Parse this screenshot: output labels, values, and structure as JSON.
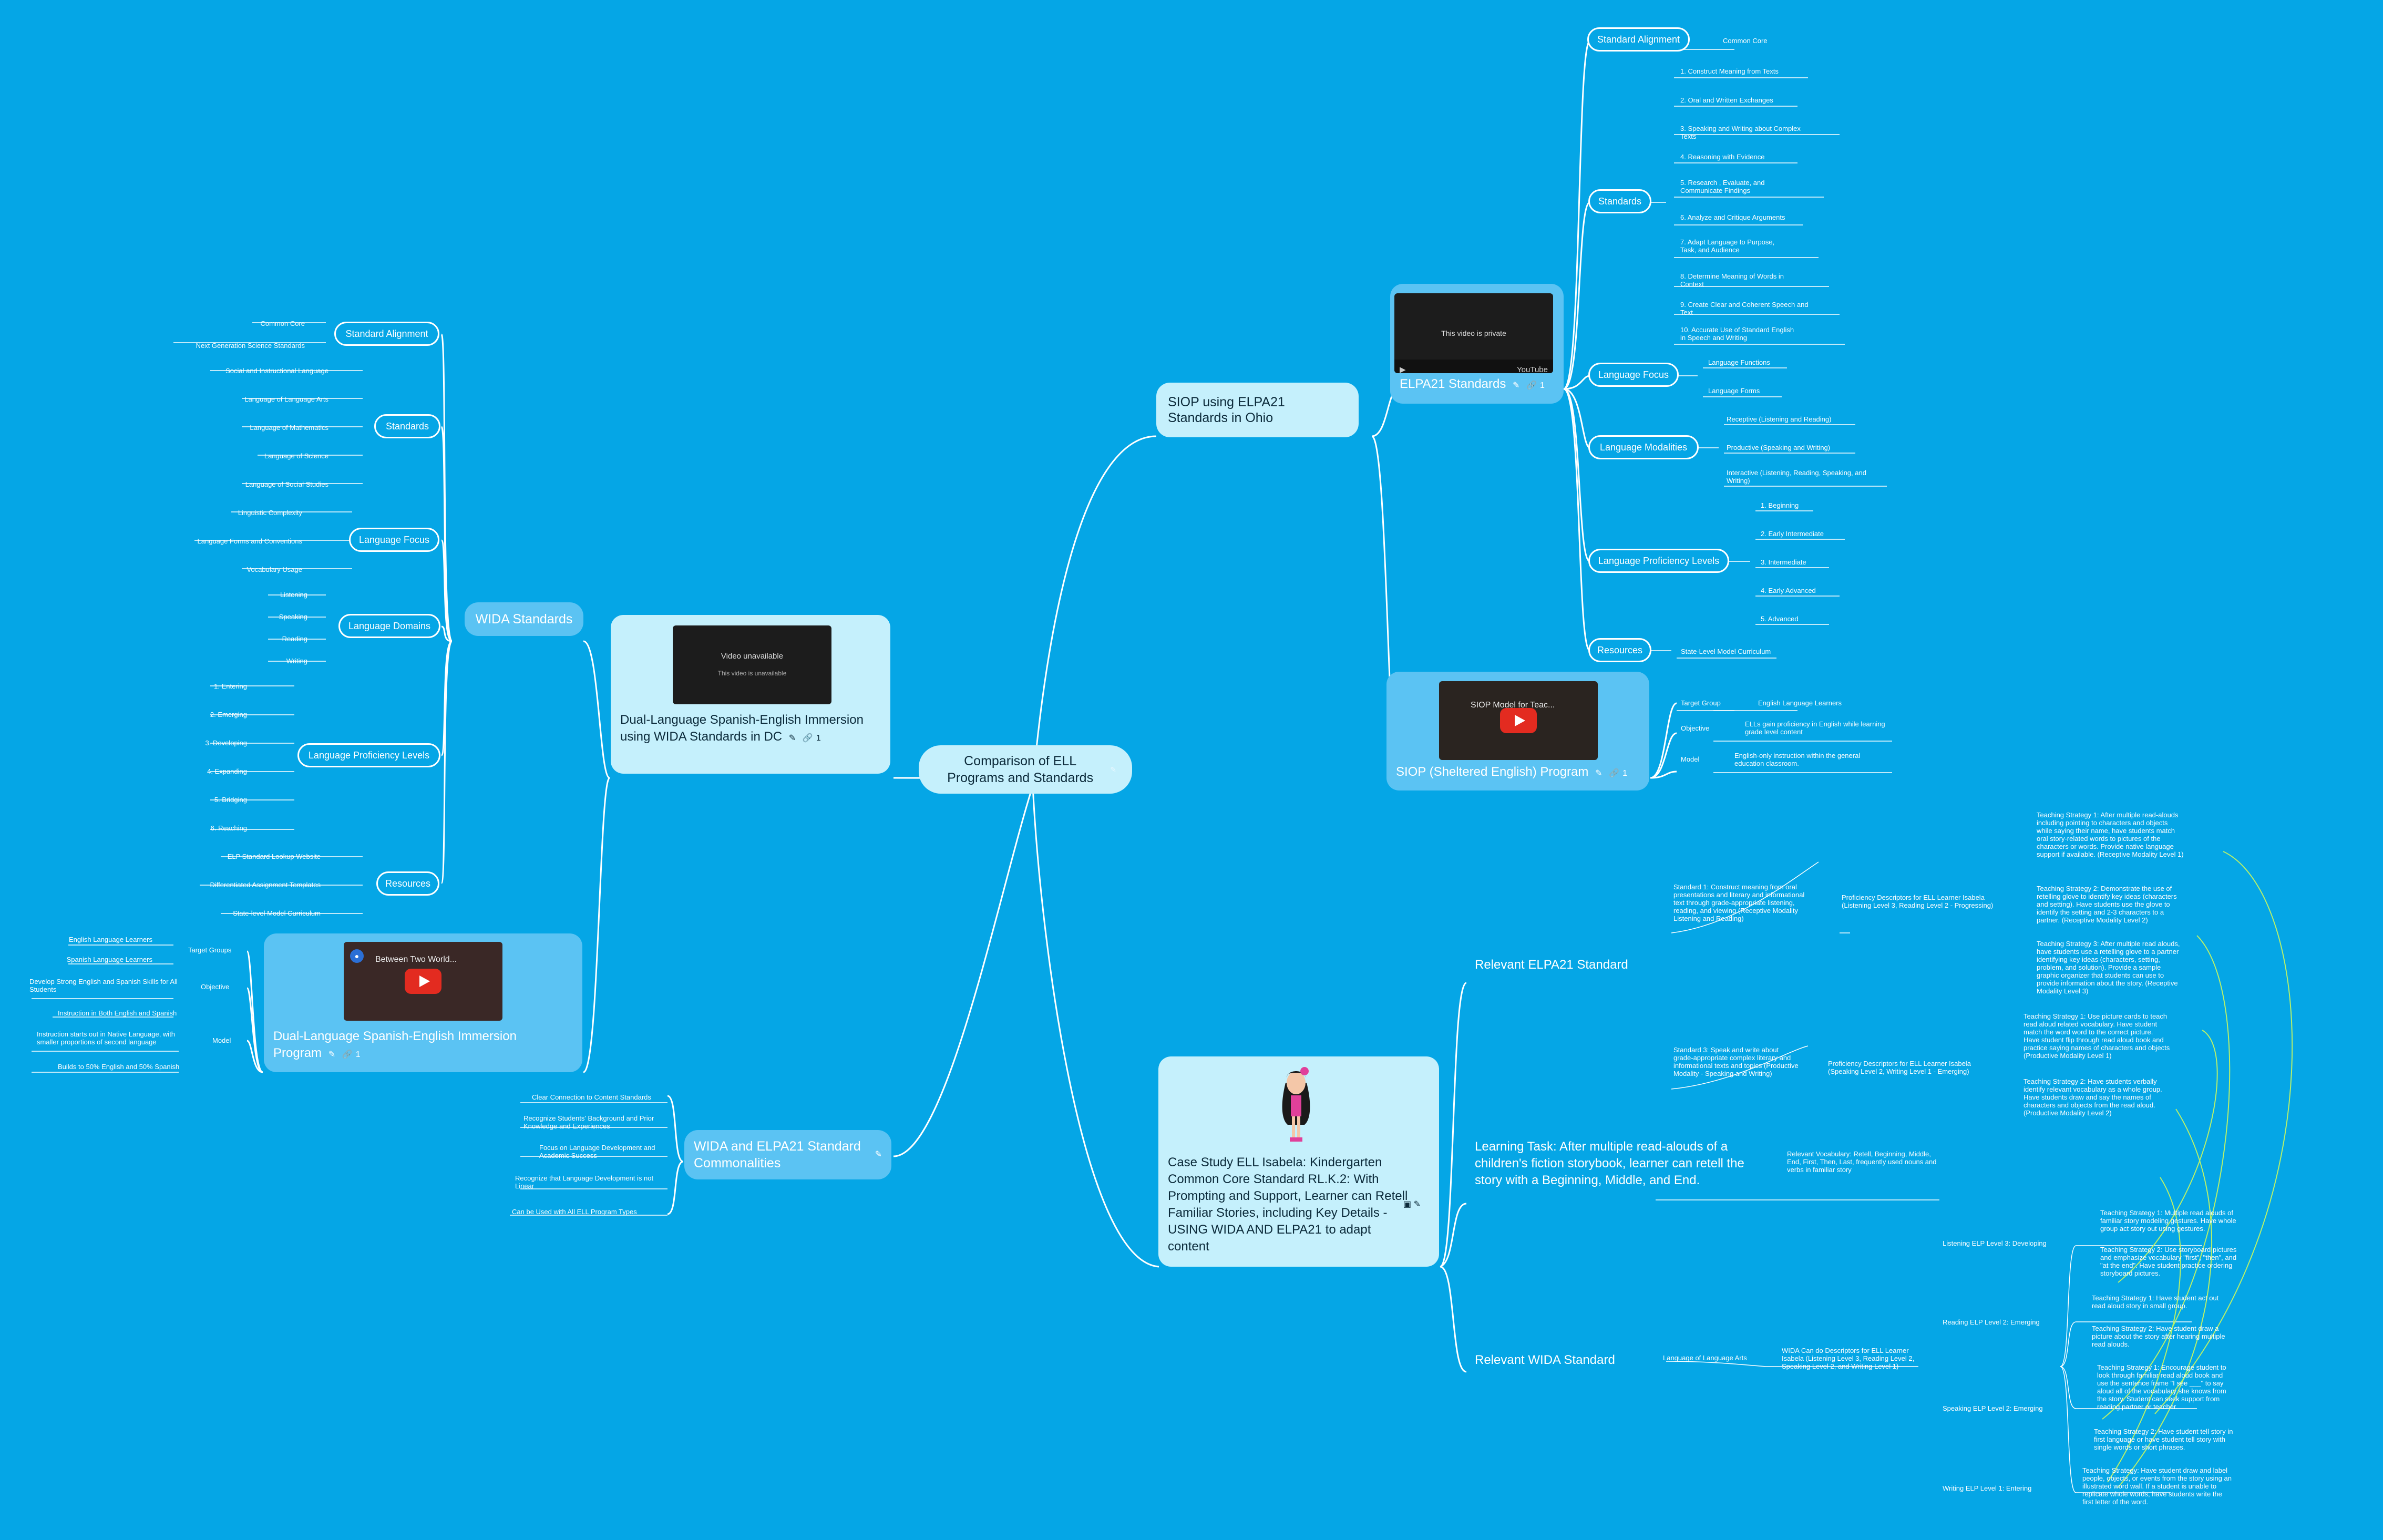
{
  "root": {
    "title": "Comparison of ELL Programs and Standards"
  },
  "siop_ohio": {
    "title": "SIOP using ELPA21 Standards in Ohio"
  },
  "elpa21": {
    "title": "ELPA21 Standards",
    "link_count": "1",
    "video_message": "This video is private",
    "video_brand": "YouTube",
    "standard_alignment": {
      "label": "Standard Alignment",
      "items": [
        "Common Core"
      ]
    },
    "standards": {
      "label": "Standards",
      "items": [
        "1. Construct Meaning from Texts",
        "2. Oral and Written Exchanges",
        "3. Speaking and Writing about Complex Texts",
        "4. Reasoning with Evidence",
        "5. Research , Evaluate, and Communicate Findings",
        "6. Analyze and Critique Arguments",
        "7. Adapt Language to Purpose, Task, and Audience",
        "8. Determine Meaning of Words in Context",
        "9. Create Clear and Coherent Speech and Text",
        "10. Accurate Use of Standard English in Speech and Writing"
      ]
    },
    "language_focus": {
      "label": "Language Focus",
      "items": [
        "Language Functions",
        "Language Forms"
      ]
    },
    "language_modalities": {
      "label": "Language Modalities",
      "items": [
        "Receptive (Listening and Reading)",
        "Productive (Speaking and Writing)",
        "Interactive (Listening, Reading, Speaking, and Writing)"
      ]
    },
    "proficiency_levels": {
      "label": "Language Proficiency Levels",
      "items": [
        "1. Beginning",
        "2. Early Intermediate",
        "3. Intermediate",
        "4. Early Advanced",
        "5. Advanced"
      ]
    },
    "resources": {
      "label": "Resources",
      "items": [
        "State-Level Model Curriculum"
      ]
    }
  },
  "siop_program": {
    "title": "SIOP (Sheltered English) Program",
    "link_count": "1",
    "video_title": "SIOP Model for Teac...",
    "rows": [
      {
        "label": "Target Group",
        "value": "English Language Learners"
      },
      {
        "label": "Objective",
        "value": "ELLs gain proficiency in English while learning grade level content"
      },
      {
        "label": "Model",
        "value": "English-only instruction within the general education classroom."
      }
    ]
  },
  "dc_program": {
    "title": "Dual-Language Spanish-English Immersion using WIDA Standards in DC",
    "link_count": "1",
    "video_message": "Video unavailable",
    "video_sub": "This video is unavailable"
  },
  "wida": {
    "title": "WIDA Standards",
    "standard_alignment": {
      "label": "Standard Alignment",
      "items": [
        "Common Core",
        "Next Generation Science Standards"
      ]
    },
    "standards": {
      "label": "Standards",
      "items": [
        "Social and Instructional Language",
        "Language of Language Arts",
        "Language of Mathematics",
        "Language of Science",
        "Language of Social Studies"
      ]
    },
    "language_focus": {
      "label": "Language Focus",
      "items": [
        "Linguistic Complexity",
        "Language Forms and Conventions",
        "Vocabulary Usage"
      ]
    },
    "language_domains": {
      "label": "Language Domains",
      "items": [
        "Listening",
        "Speaking",
        "Reading",
        "Writing"
      ]
    },
    "proficiency_levels": {
      "label": "Language Proficiency Levels",
      "items": [
        "1. Entering",
        "2. Emerging",
        "3. Developing",
        "4. Expanding",
        "5. Bridging",
        "6. Reaching"
      ]
    },
    "resources": {
      "label": "Resources",
      "items": [
        "ELP Standard Lookup Website",
        "Differentiated Assignment Templates",
        "State-level Model Curriculum"
      ]
    }
  },
  "dual_program": {
    "title": "Dual-Language Spanish-English Immersion Program",
    "link_count": "1",
    "video_title": "Between Two World...",
    "target_groups": {
      "label": "Target Groups",
      "items": [
        "English Language Learners",
        "Spanish Language Learners"
      ]
    },
    "objective": {
      "label": "Objective",
      "items": [
        "Develop Strong English and Spanish Skills for All Students"
      ]
    },
    "model": {
      "label": "Model",
      "items": [
        "Instruction in Both English and Spanish",
        "Instruction starts out in Native Language, with smaller proportions of second language",
        "Builds to 50% English and 50% Spanish"
      ]
    }
  },
  "commonalities": {
    "title": "WIDA and ELPA21 Standard Commonalities",
    "items": [
      "Clear Connection to Content Standards",
      "Recognize Students' Background and Prior Knowledge and Experiences",
      "Focus on Language Development and Academic Success",
      "Recognize that Language Development is not Linear",
      "Can be Used with All ELL Program Types"
    ]
  },
  "case_study": {
    "title": "Case Study ELL Isabela: Kindergarten Common Core Standard RL.K.2: With Prompting and Support, Learner can Retell Familiar Stories, including Key Details - USING WIDA AND ELPA21 to adapt content"
  },
  "relevant_elpa21": {
    "title": "Relevant ELPA21 Standard",
    "std1": "Standard 1: Construct meaning from oral presentations and literary and informational text through grade-appropriate listening, reading, and viewing (Receptive Modality Listening and Reading)",
    "std1_desc": "Proficiency Descriptors for ELL Learner Isabela (Listening Level 3, Reading Level 2 - Progressing)",
    "std1_strategies": [
      "Teaching Strategy 1: After multiple read-alouds including pointing to characters and objects while saying their name, have students match oral story-related words to pictures of the characters or words. Provide native language support if available. (Receptive Modality Level 1)",
      "Teaching Strategy 2: Demonstrate the use of retelling glove to identify key ideas (characters and setting). Have students use the glove to identify the setting and 2-3 characters to a partner. (Receptive Modality Level 2)",
      "Teaching Strategy 3: After multiple read alouds, have students use a retelling glove to a partner identifying key ideas (characters, setting, problem, and solution). Provide a sample graphic organizer that students can use to provide information about the story. (Receptive Modality Level 3)"
    ],
    "std3": "Standard 3: Speak and write about grade-appropriate complex literary and informational texts and topics (Productive Modality - Speaking and Writing)",
    "std3_desc": "Proficiency Descriptors for ELL Learner Isabela (Speaking Level 2, Writing Level 1 - Emerging)",
    "std3_strategies": [
      "Teaching Strategy 1: Use picture cards to teach read aloud related vocabulary. Have student match the word word to the correct picture. Have student flip through read aloud book and practice saying names of characters and objects (Productive Modality Level 1)",
      "Teaching Strategy 2: Have students verbally identify relevant vocabulary as a whole group. Have students draw and say the names of characters and objects from the read aloud.(Productive Modality Level 2)"
    ]
  },
  "learning_task": {
    "title": "Learning Task: After multiple read-alouds of a children's fiction storybook, learner can retell the story with a Beginning, Middle, and End.",
    "detail": "Relevant Vocabulary: Retell, Beginning, Middle, End, First, Then, Last, frequently used nouns and verbs in familiar story"
  },
  "relevant_wida": {
    "title": "Relevant WIDA Standard",
    "language": "Language of Language Arts",
    "descriptor": "WIDA Can do Descriptors for ELL Learner Isabela (Listening Level 3, Reading Level 2, Speaking Level 2, and Writing Level 1)",
    "listening": {
      "label": "Listening ELP Level 3: Developing",
      "items": [
        "Teaching Strategy 1: Multiple read alouds of familiar story modeling gestures. Have whole group act story out using gestures.",
        "Teaching Strategy 2: Use storyboard pictures and emphasize vocabulary \"first\", \"then\", and \"at the end\". Have student practice ordering storyboard pictures."
      ]
    },
    "reading": {
      "label": "Reading ELP Level 2: Emerging",
      "items": [
        "Teaching Strategy 1: Have student act out read aloud story in small group.",
        "Teaching Strategy 2: Have student draw a picture about the story after hearing multiple read alouds."
      ]
    },
    "speaking": {
      "label": "Speaking ELP Level 2: Emerging",
      "items": [
        "Teaching Strategy 1: Encourage student to look through familiar read aloud book and use the sentence frame \"I see ___\" to say aloud all of the vocabulary she knows from the story. Student can seek support from reading partner or teacher.",
        "Teaching Strategy 2: Have student tell story in first language or have student tell story with single words or short phrases."
      ]
    },
    "writing": {
      "label": "Writing ELP Level 1: Entering",
      "items": [
        "Teaching Strategy: Have student draw and label people, objects, or events from the story using an illustrated word wall. If a student is unable to replicate whole words, have students write the first letter of the word."
      ]
    }
  },
  "colors": {
    "background": "#05a6e6",
    "card": "#c5f0fc",
    "card_blue": "#5bc3f3",
    "line": "#ffffff",
    "relation": "#b7f06a"
  }
}
